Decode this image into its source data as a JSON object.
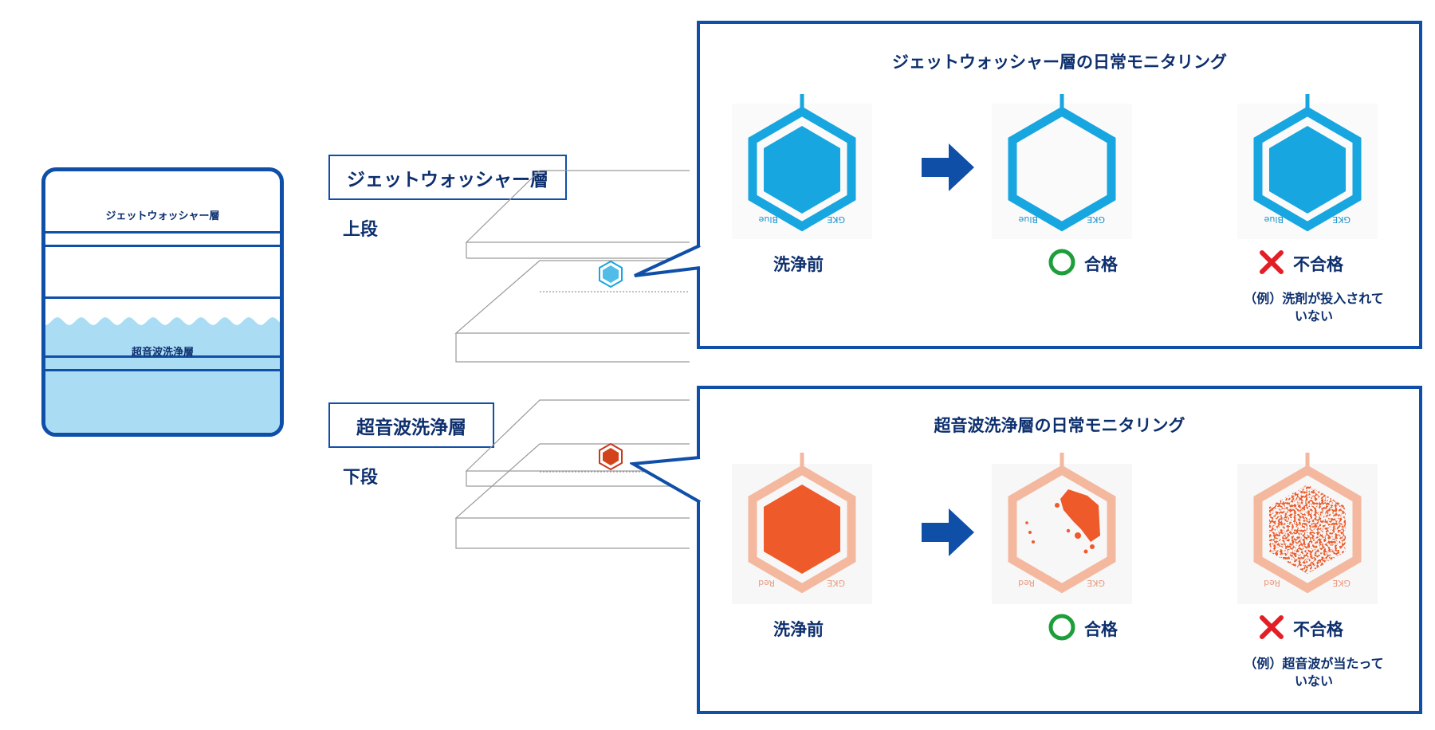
{
  "tank": {
    "jet_label": "ジェットウォッシャー層",
    "ultra_label": "超音波洗浄層"
  },
  "upper": {
    "tag": "ジェットウォッシャー層",
    "position_label": "上段"
  },
  "lower": {
    "tag": "超音波洗浄層",
    "position_label": "下段"
  },
  "jet_monitor": {
    "title": "ジェットウォッシャー層の日常モニタリング",
    "before_label": "洗浄前",
    "pass_label": "合格",
    "fail_label": "不合格",
    "fail_note_line1": "（例）洗剤が投入されて",
    "fail_note_line2": "いない",
    "chip_text_left": "Blue",
    "chip_text_right": "GKE"
  },
  "ultra_monitor": {
    "title": "超音波洗浄層の日常モニタリング",
    "before_label": "洗浄前",
    "pass_label": "合格",
    "fail_label": "不合格",
    "fail_note_line1": "（例）超音波が当たって",
    "fail_note_line2": "いない",
    "chip_text_left": "Red",
    "chip_text_right": "GKE"
  },
  "colors": {
    "navy": "#0f4fa8",
    "text_navy": "#0d2f6e",
    "jet_blue": "#17a6df",
    "water_blue": "#aadcf4",
    "red_orange": "#ee5a2a",
    "pale_orange": "#f4b89f",
    "pass_green": "#1d9e3a",
    "fail_red": "#e21f26"
  }
}
